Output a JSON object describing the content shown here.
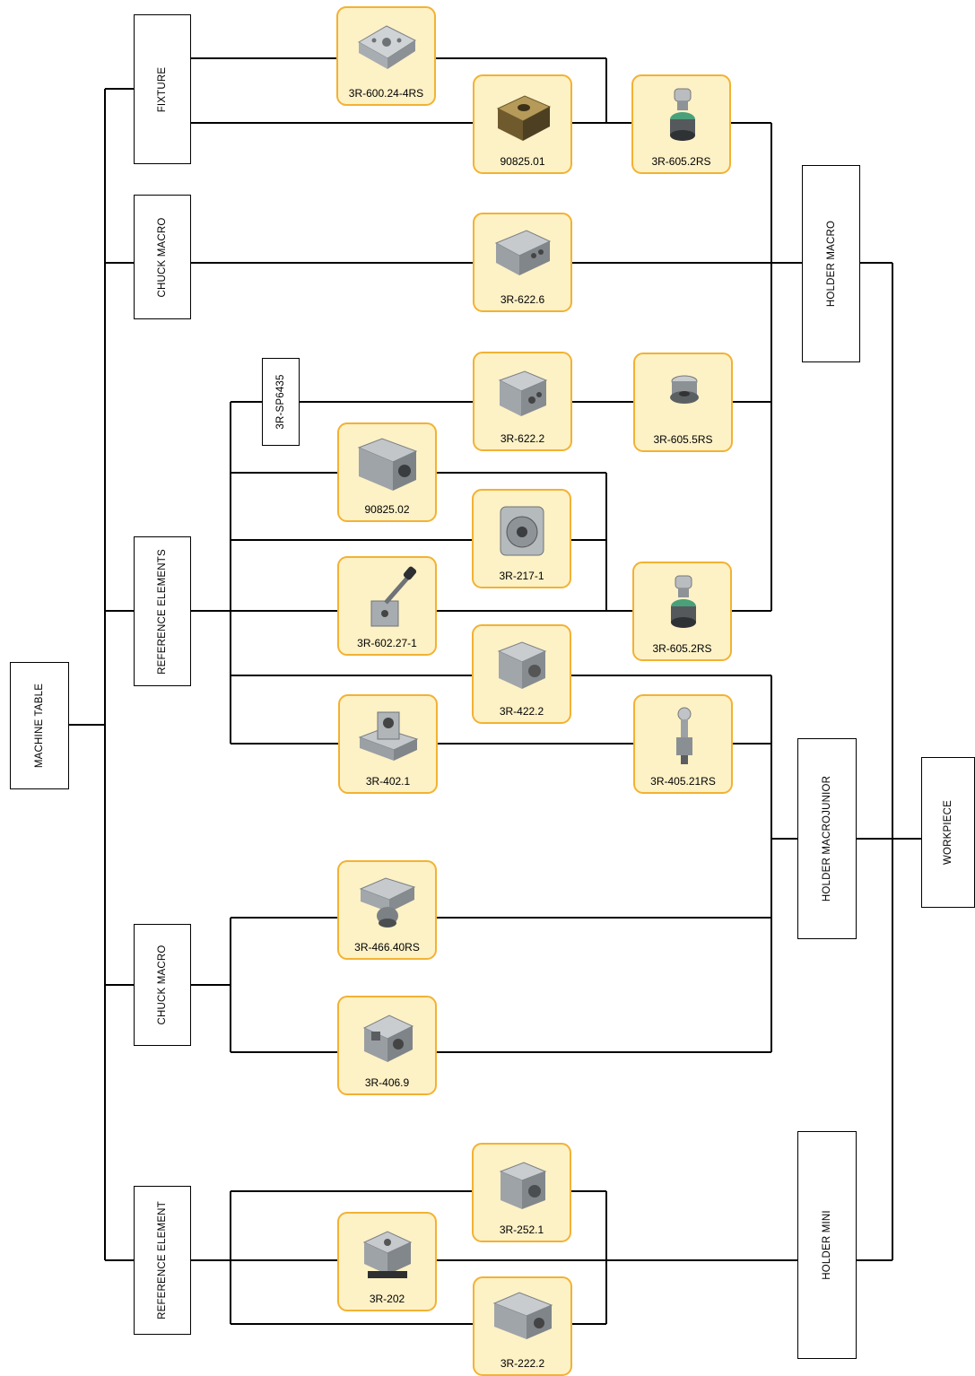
{
  "colors": {
    "card_border": "#f2b233",
    "card_fill": "#fdf1c6",
    "line": "#000000"
  },
  "boxes": {
    "machine_table": "MACHINE TABLE",
    "fixture": "FIXTURE",
    "chuck_macro_top": "CHUCK MACRO",
    "reference_elements": "REFERENCE ELEMENTS",
    "chuck_macro_bottom": "CHUCK MACRO",
    "reference_element": "REFERENCE ELEMENT",
    "sp6435": "3R-SP6435",
    "holder_macro": "HOLDER MACRO",
    "holder_macrojunior": "HOLDER MACROJUNIOR",
    "holder_mini": "HOLDER MINI",
    "workpiece": "WORKPIECE"
  },
  "parts": {
    "p600": {
      "label": "3R-600.24-4RS",
      "icon": "square-pallet"
    },
    "p90825_01": {
      "label": "90825.01",
      "icon": "brass-block"
    },
    "p605_top": {
      "label": "3R-605.2RS",
      "icon": "drawbar"
    },
    "p622_6": {
      "label": "3R-622.6",
      "icon": "chuck-block"
    },
    "p622_2": {
      "label": "3R-622.2",
      "icon": "chuck-block"
    },
    "p605_5": {
      "label": "3R-605.5RS",
      "icon": "short-drawbar"
    },
    "p90825_02": {
      "label": "90825.02",
      "icon": "long-block"
    },
    "p217": {
      "label": "3R-217-1",
      "icon": "round-chuck"
    },
    "p602": {
      "label": "3R-602.27-1",
      "icon": "lever-clamp"
    },
    "p605_mid": {
      "label": "3R-605.2RS",
      "icon": "drawbar"
    },
    "p422": {
      "label": "3R-422.2",
      "icon": "chuck-block"
    },
    "p402": {
      "label": "3R-402.1",
      "icon": "holder-block"
    },
    "p405": {
      "label": "3R-405.21RS",
      "icon": "pin"
    },
    "p466": {
      "label": "3R-466.40RS",
      "icon": "holder-block"
    },
    "p406": {
      "label": "3R-406.9",
      "icon": "chuck-block"
    },
    "p252": {
      "label": "3R-252.1",
      "icon": "chuck-block"
    },
    "p202": {
      "label": "3R-202",
      "icon": "square-pallet"
    },
    "p222": {
      "label": "3R-222.2",
      "icon": "long-block"
    }
  }
}
